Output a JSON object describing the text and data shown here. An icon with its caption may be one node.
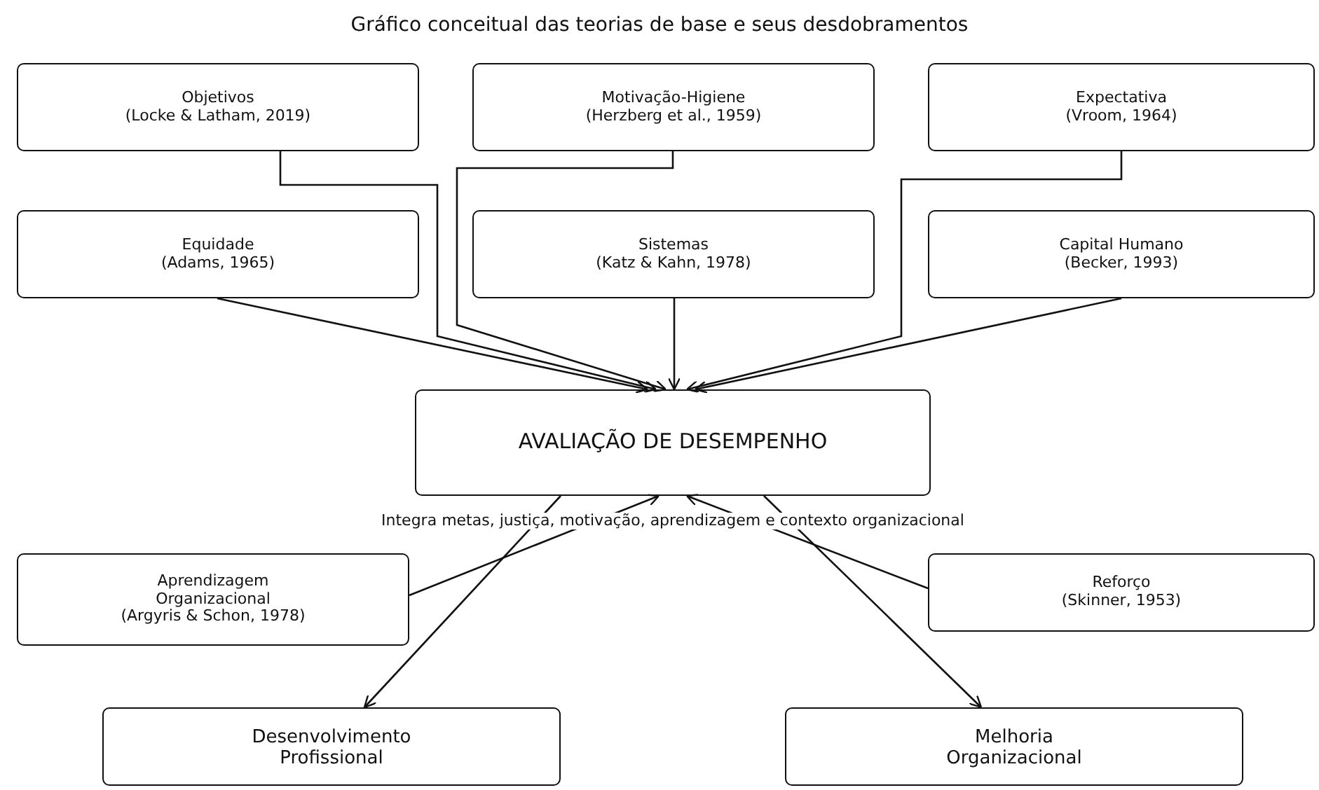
{
  "diagram": {
    "title": "Gráfico conceitual das teorias de base e seus desdobramentos",
    "nodes": [
      {
        "text": [
          "Objetivos",
          "(Locke & Latham, 2019)"
        ]
      },
      {
        "text": [
          "Motivação-Higiene",
          "(Herzberg et al., 1959)"
        ]
      },
      {
        "text": [
          "Expectativa",
          "(Vroom, 1964)"
        ]
      },
      {
        "text": [
          "Equidade",
          "(Adams, 1965)"
        ]
      },
      {
        "text": [
          "Sistemas",
          "(Katz & Kahn, 1978)"
        ]
      },
      {
        "text": [
          "Capital Humano",
          "(Becker, 1993)"
        ]
      },
      {
        "text": [
          "AVALIAÇÃO DE DESEMPENHO"
        ]
      },
      {
        "text": [
          "Aprendizagem Organizacional",
          "(Argyris & Schon, 1978)"
        ]
      },
      {
        "text": [
          "Reforço",
          "(Skinner, 1953)"
        ]
      },
      {
        "text": [
          "Desenvolvimento Profissional"
        ]
      },
      {
        "text": [
          "Melhoria Organizacional"
        ]
      }
    ],
    "edges": [
      {
        "from": 0,
        "to": 6,
        "arrow": "to"
      },
      {
        "from": 1,
        "to": 6,
        "arrow": "to"
      },
      {
        "from": 2,
        "to": 6,
        "arrow": "to"
      },
      {
        "from": 3,
        "to": 6,
        "arrow": "to"
      },
      {
        "from": 4,
        "to": 6,
        "arrow": "to"
      },
      {
        "from": 5,
        "to": 6,
        "arrow": "to"
      },
      {
        "from": 7,
        "to": 6,
        "arrow": "to"
      },
      {
        "from": 8,
        "to": 6,
        "arrow": "to"
      },
      {
        "from": 6,
        "to": 9,
        "arrow": "to"
      },
      {
        "from": 6,
        "to": 10,
        "arrow": "to"
      }
    ],
    "labels": [
      "Integra metas, justiça, motivação, aprendizagem e contexto organizacional"
    ]
  }
}
